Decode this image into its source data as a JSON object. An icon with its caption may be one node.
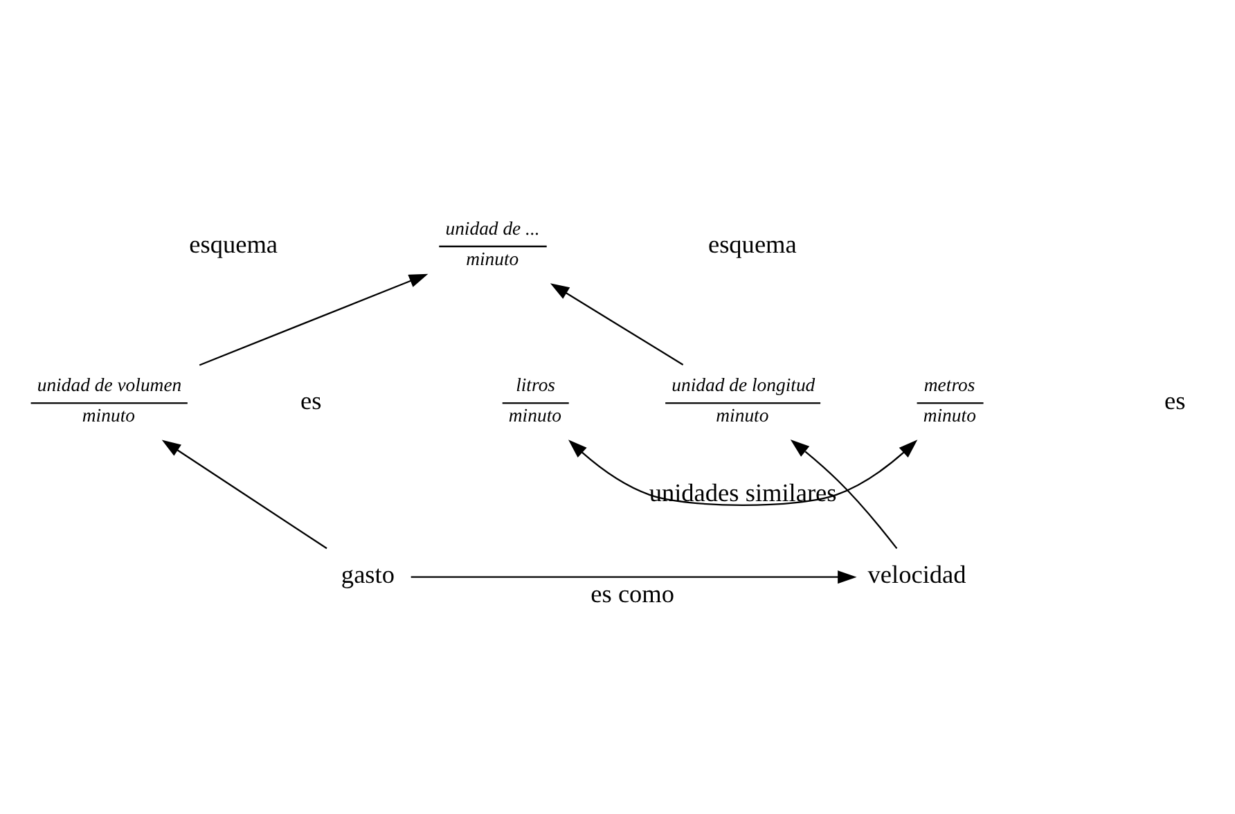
{
  "diagram": {
    "nodes": [
      {
        "text": [
          "unidad de ...",
          "minuto"
        ]
      },
      {
        "text": [
          "unidad de volumen",
          "minuto"
        ]
      },
      {
        "text": [
          "unidad de longitud",
          "minuto"
        ]
      },
      {
        "text": [
          "litros",
          "minuto"
        ]
      },
      {
        "text": [
          "metros",
          "minuto"
        ]
      },
      {
        "text": [
          "gasto"
        ]
      },
      {
        "text": [
          "velocidad"
        ]
      }
    ],
    "edges": [
      {
        "from": 1,
        "to": 0,
        "arrow": "to"
      },
      {
        "from": 2,
        "to": 0,
        "arrow": "to"
      },
      {
        "from": 3,
        "to": 4,
        "arrow": "both",
        "label": "unidades similares"
      },
      {
        "from": 5,
        "to": 1,
        "arrow": "to"
      },
      {
        "from": 6,
        "to": 2,
        "arrow": "to"
      },
      {
        "from": 5,
        "to": 6,
        "arrow": "to",
        "label": "es como"
      }
    ],
    "labels": [
      "esquema",
      "esquema",
      "es",
      "es"
    ]
  }
}
